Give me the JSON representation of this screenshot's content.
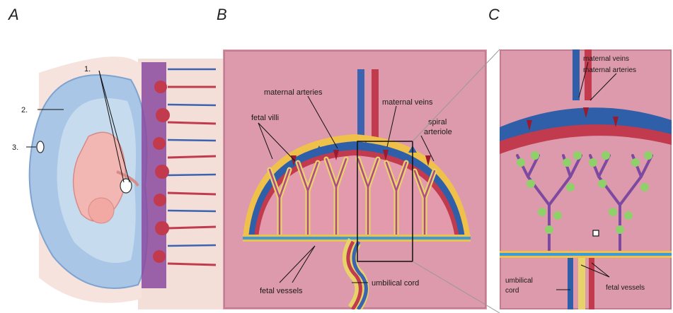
{
  "panels": {
    "a": {
      "letter": "A",
      "labels": {
        "one": "1.",
        "two": "2.",
        "three": "3."
      }
    },
    "b": {
      "letter": "B",
      "labels": {
        "maternal_arteries": "maternal arteries",
        "maternal_veins": "maternal veins",
        "fetal_villi": "fetal villi",
        "spiral": "spiral",
        "arteriole": "arteriole",
        "fetal_vessels": "fetal vessels",
        "umbilical_cord": "umbilical cord"
      }
    },
    "c": {
      "letter": "C",
      "labels": {
        "maternal_veins": "maternal veins",
        "maternal_arteries": "maternal arteries",
        "umbilical": "umbilical",
        "cord": "cord",
        "fetal_vessels": "fetal vessels"
      }
    }
  },
  "colors": {
    "uterine_wall": "#c98a9e",
    "placenta": "#e8a6b4",
    "artery": "#b22a3e",
    "vein": "#2f5fa8",
    "villi": "#e7d36a",
    "amnion": "#a9c6e6"
  }
}
